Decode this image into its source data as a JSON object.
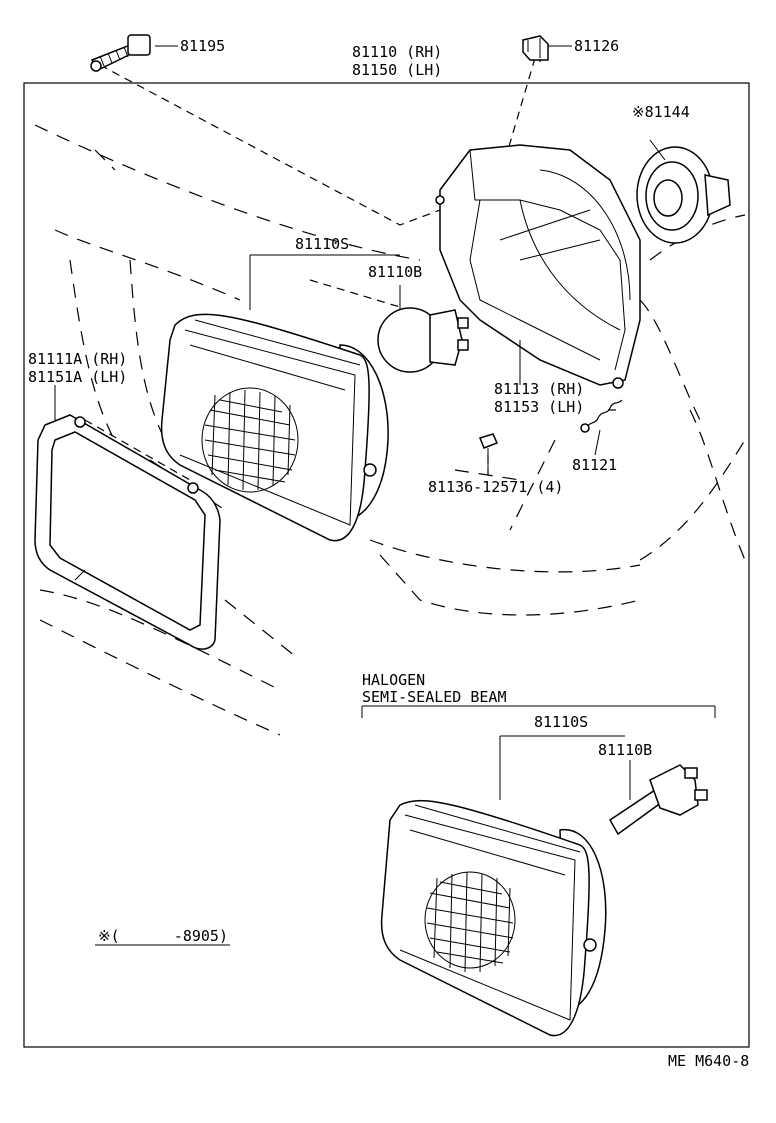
{
  "labels": {
    "p81195": "81195",
    "p81110_rh": "81110 (RH)",
    "p81150_lh": "81150 (LH)",
    "p81126": "81126",
    "p81144": "※81144",
    "p81110s": "81110S",
    "p81110b": "81110B",
    "p81111a_rh": "81111A (RH)",
    "p81151a_lh": "81151A (LH)",
    "p81113_rh": "81113 (RH)",
    "p81153_lh": "81153 (LH)",
    "p81121": "81121",
    "p81136": "81136-12571 (4)",
    "halogen_title": "HALOGEN",
    "halogen_subtitle": "SEMI-SEALED BEAM",
    "p81110s_b": "81110S",
    "p81110b_b": "81110B",
    "note_range": "※(      -8905)",
    "ref_code": "ME M640-8"
  }
}
